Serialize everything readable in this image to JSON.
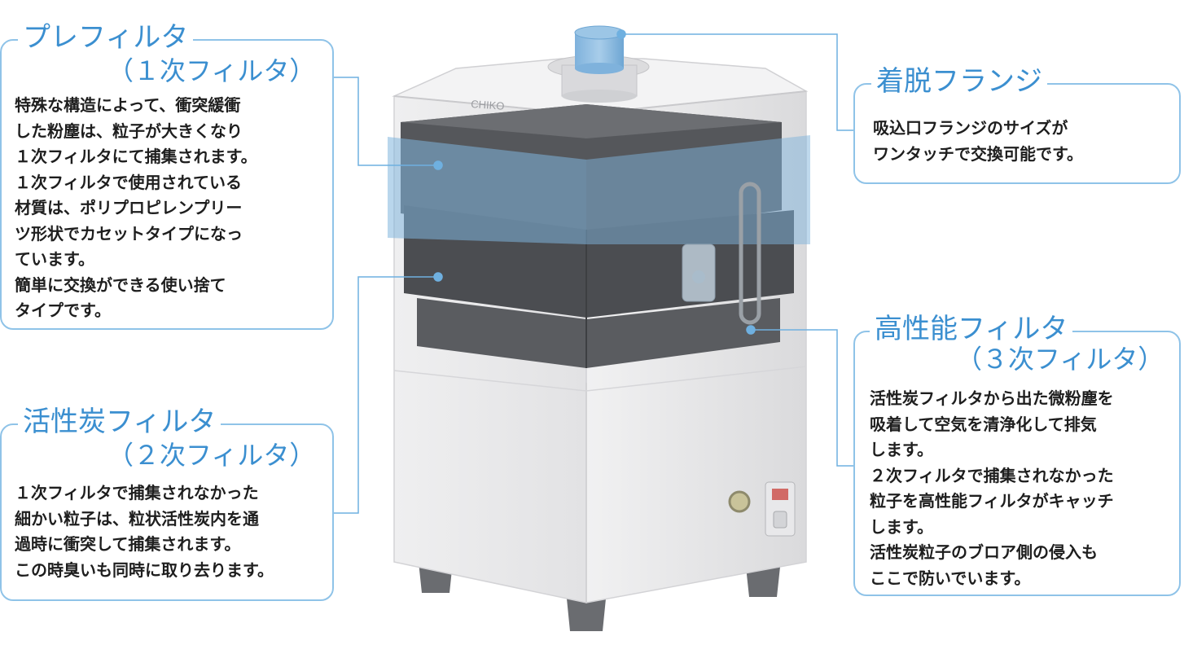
{
  "prefilter": {
    "title": "プレフィルタ",
    "subtitle": "（１次フィルタ）",
    "body": "特殊な構造によって、衝突緩衝\nした粉塵は、粒子が大きくなり\n１次フィルタにて捕集されます。\n１次フィルタで使用されている\n材質は、ポリプロピレンプリー\nツ形状でカセットタイプになっ\nています。\n簡単に交換ができる使い捨て\nタイプです。"
  },
  "carbon_filter": {
    "title": "活性炭フィルタ",
    "subtitle": "（２次フィルタ）",
    "body": "１次フィルタで捕集されなかった\n細かい粒子は、粒状活性炭内を通\n過時に衝突して捕集されます。\nこの時臭いも同時に取り去ります。"
  },
  "flange": {
    "title": "着脱フランジ",
    "body": "吸込口フランジのサイズが\nワンタッチで交換可能です。"
  },
  "hepa_filter": {
    "title": "高性能フィルタ",
    "subtitle": "（３次フィルタ）",
    "body": "活性炭フィルタから出た微粉塵を\n吸着して空気を清浄化して排気\nします。\n２次フィルタで捕集されなかった\n粒子を高性能フィルタがキャッチ\nします。\n活性炭粒子のブロア側の侵入も\nここで防いでいます。"
  },
  "unit": {
    "brand_logo": "CHIKO"
  },
  "colors": {
    "accent": "#3b8fd0",
    "callout_border": "#8fc3e8",
    "leader_line": "#6fb0e0",
    "filter_highlight": "#7fb4dc",
    "cabinet": "#e9e9ea",
    "filter_dark": "#4a4c4f"
  }
}
